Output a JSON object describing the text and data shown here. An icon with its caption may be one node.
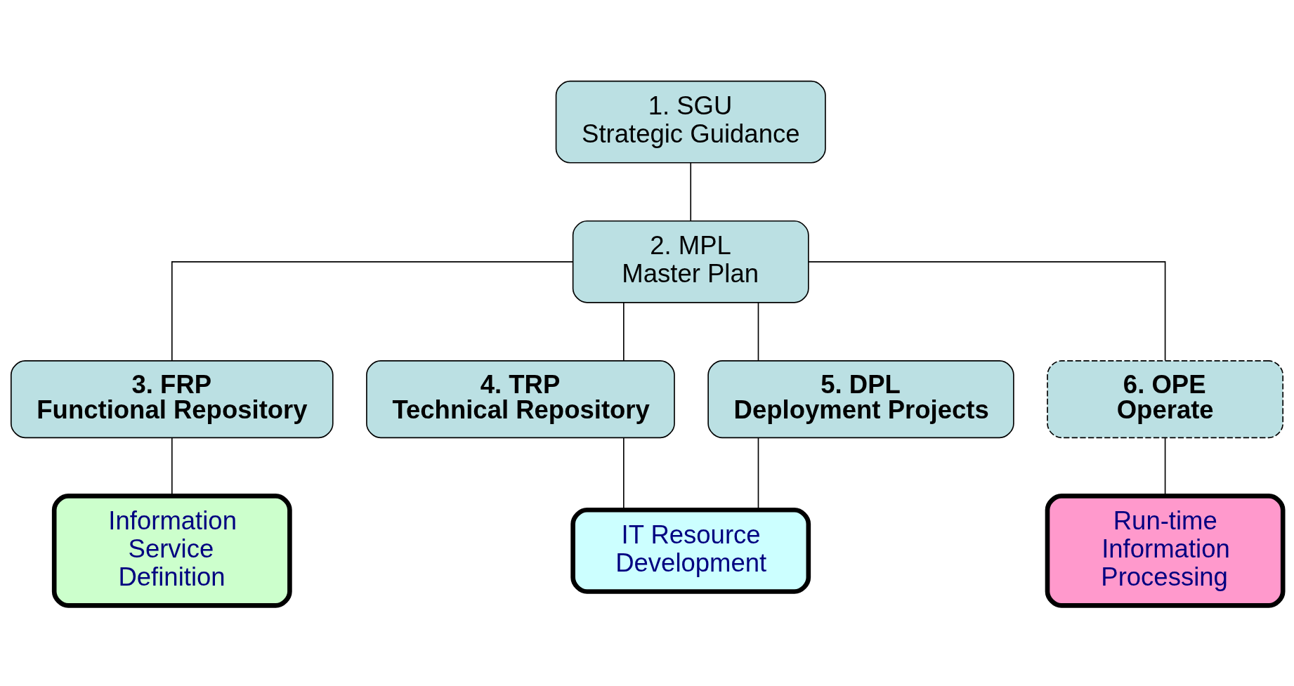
{
  "diagram": {
    "nodes": [
      {
        "text": [
          "1. SGU",
          "Strategic Guidance"
        ]
      },
      {
        "text": [
          "2. MPL",
          "Master Plan"
        ]
      },
      {
        "text": [
          "3. FRP",
          "Functional Repository"
        ]
      },
      {
        "text": [
          "4. TRP",
          "Technical Repository"
        ]
      },
      {
        "text": [
          "5. DPL",
          "Deployment Projects"
        ]
      },
      {
        "text": [
          "6. OPE",
          "Operate"
        ]
      },
      {
        "text": [
          "Information Service Definition"
        ]
      },
      {
        "text": [
          "IT Resource Development"
        ]
      },
      {
        "text": [
          "Run-time Information Processing"
        ]
      }
    ],
    "edges": [
      {
        "from": 0,
        "to": 1,
        "arrow": "none"
      },
      {
        "from": 1,
        "to": 2,
        "arrow": "none"
      },
      {
        "from": 1,
        "to": 3,
        "arrow": "none"
      },
      {
        "from": 1,
        "to": 4,
        "arrow": "none"
      },
      {
        "from": 1,
        "to": 5,
        "arrow": "none"
      },
      {
        "from": 2,
        "to": 6,
        "arrow": "none"
      },
      {
        "from": 3,
        "to": 7,
        "arrow": "none"
      },
      {
        "from": 4,
        "to": 7,
        "arrow": "none"
      },
      {
        "from": 5,
        "to": 8,
        "arrow": "none"
      }
    ]
  }
}
